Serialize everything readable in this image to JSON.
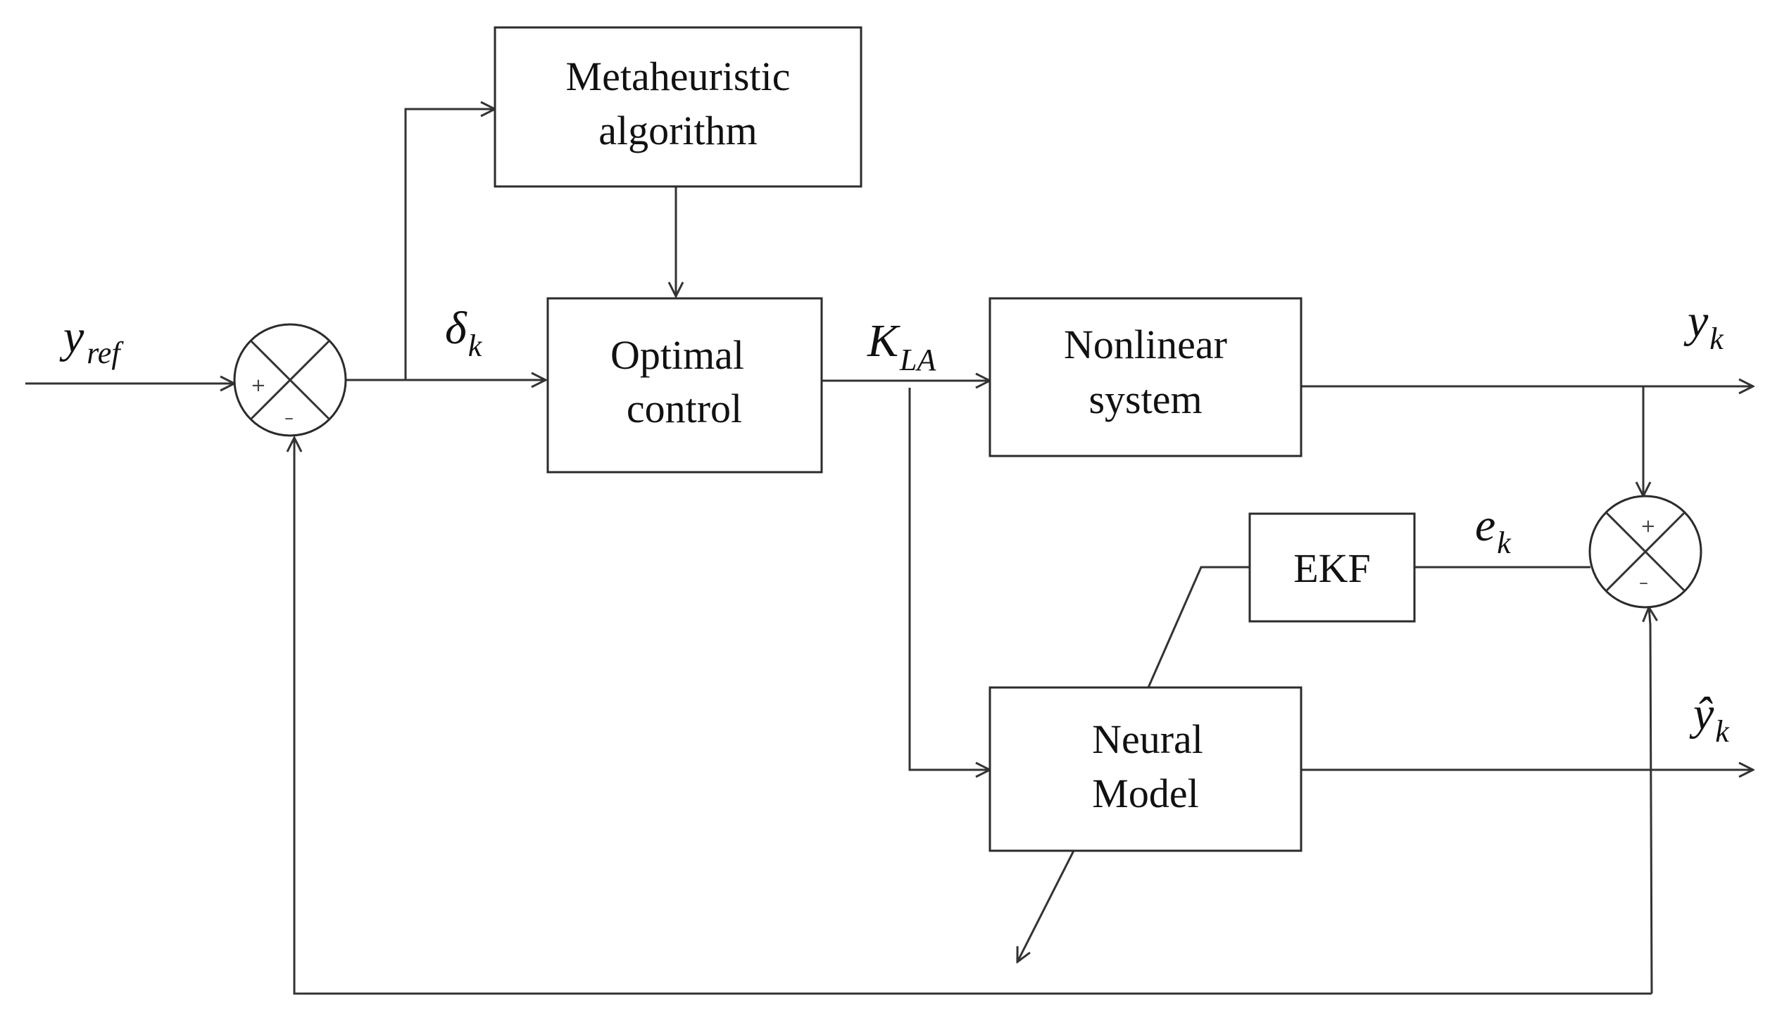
{
  "blocks": {
    "metaheuristic": {
      "line1": "Metaheuristic",
      "line2": "algorithm"
    },
    "optimal_control": {
      "line1": "Optimal",
      "line2": "control"
    },
    "nonlinear_system": {
      "line1": "Nonlinear",
      "line2": "system"
    },
    "ekf": {
      "label": "EKF"
    },
    "neural_model": {
      "line1": "Neural",
      "line2": "Model"
    }
  },
  "signals": {
    "y_ref": {
      "base": "y",
      "sub": "ref"
    },
    "delta_k": {
      "base": "δ",
      "sub": "k"
    },
    "k_la": {
      "base": "K",
      "sub": "LA"
    },
    "y_k": {
      "base": "y",
      "sub": "k"
    },
    "e_k": {
      "base": "e",
      "sub": "k"
    },
    "y_hat_k": {
      "base": "ŷ",
      "sub": "k"
    }
  },
  "summing_junctions": {
    "left": {
      "plus": "+",
      "minus": "–"
    },
    "right": {
      "plus": "+",
      "minus": "–"
    }
  },
  "colors": {
    "line": "#333333",
    "text": "#111111",
    "background": "#ffffff"
  }
}
